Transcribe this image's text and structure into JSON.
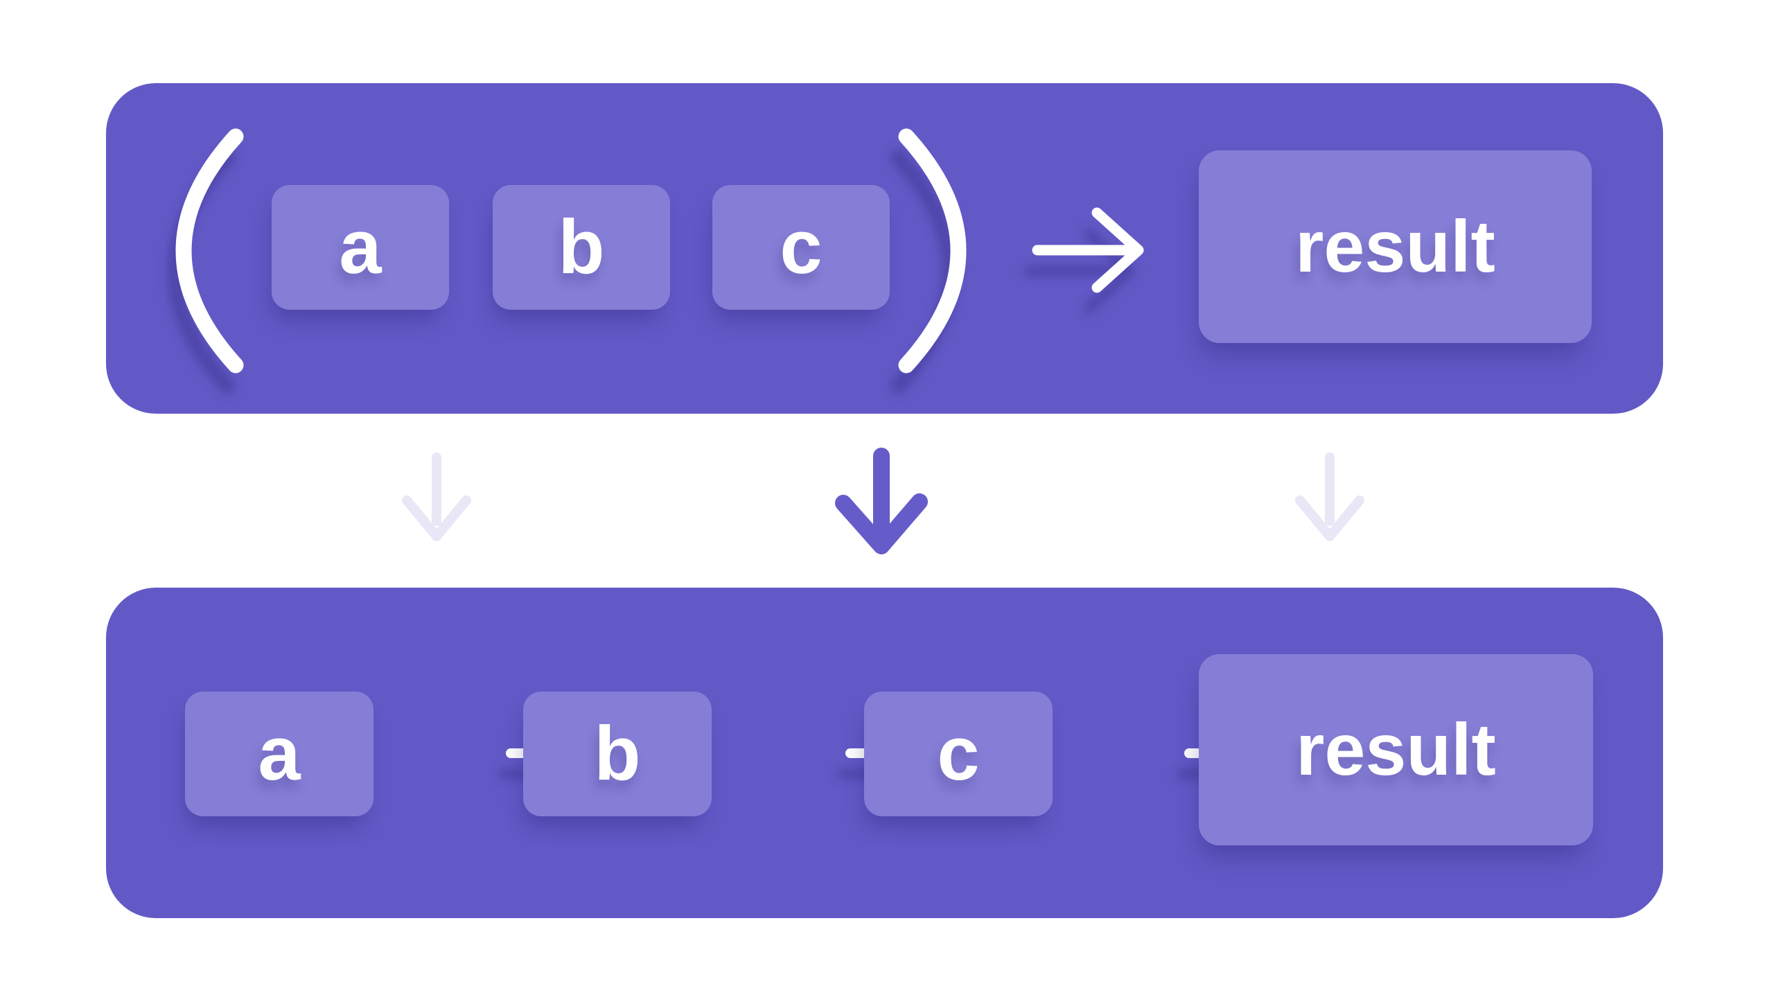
{
  "colors": {
    "background": "#ffffff",
    "panel": "#6259c7",
    "chip": "#867ed6",
    "text": "#ffffff",
    "faded_arrow": "#e9e7f6",
    "accent_arrow": "#655bc9"
  },
  "top_panel": {
    "open_paren": "(",
    "close_paren": ")",
    "args": [
      "a",
      "b",
      "c"
    ],
    "result_label": "result"
  },
  "bottom_panel": {
    "steps": [
      "a",
      "b",
      "c"
    ],
    "result_label": "result"
  }
}
